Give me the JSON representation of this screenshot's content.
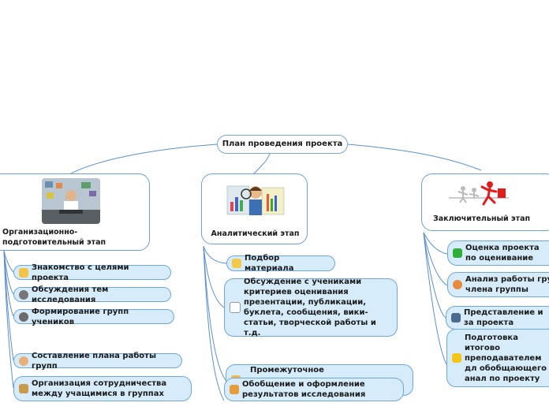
{
  "root": {
    "label": "План проведения проекта"
  },
  "stages": [
    {
      "title": "Организационно-подготовительный этап",
      "items": [
        "Знакомство с целями проекта",
        "Обсуждения тем исследования",
        "Формирование групп учеников",
        "Составление плана работы групп",
        "Организация сотрудничества между учащимися в группах"
      ]
    },
    {
      "title": "Аналитический этап",
      "items": [
        "Подбор материала",
        "Обсуждение с учениками критериев оценивания презентации, публикации, буклета, сообщения, вики-статьи, творческой работы и т.д.",
        "Промежуточное самооценивание участия в проекте",
        "Обобщение и оформление результатов исследования"
      ]
    },
    {
      "title": "Заключительный этап",
      "items": [
        "Оценка проекта по оценивание",
        "Анализ работы гру члена группы",
        "Представление и за проекта",
        "Подготовка итогово преподавателем дл обобщающего анал по проекту"
      ]
    }
  ],
  "colors": {
    "line": "#5b8fcf",
    "leaf_fill": "#d6ecfb",
    "leaf_border": "#6fa7da"
  },
  "icons": {
    "stage1_items": [
      "hand-icon",
      "speech-icon",
      "people-icon",
      "person-icon",
      "group-icon"
    ],
    "stage2_items": [
      "folder-icon",
      "book-icon",
      "thumbs-icon",
      "archive-icon"
    ],
    "stage3_items": [
      "checkmark-icon",
      "analysis-icon",
      "presenter-icon",
      "star-icon"
    ]
  }
}
